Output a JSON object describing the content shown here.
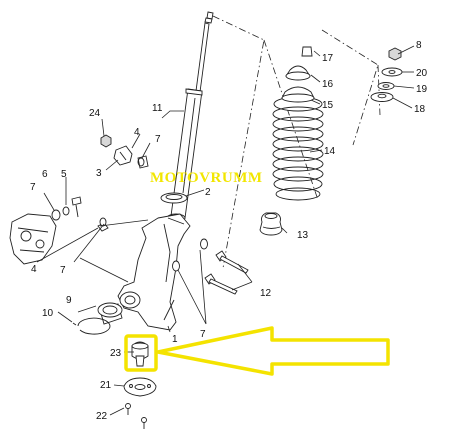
{
  "watermark": "MOTOVRUMM",
  "highlight_color": "#f4e300",
  "callouts": [
    {
      "id": "c1",
      "text": "1"
    },
    {
      "id": "c2",
      "text": "2"
    },
    {
      "id": "c3",
      "text": "3"
    },
    {
      "id": "c4a",
      "text": "4"
    },
    {
      "id": "c4b",
      "text": "4"
    },
    {
      "id": "c5",
      "text": "5"
    },
    {
      "id": "c6",
      "text": "6"
    },
    {
      "id": "c7a",
      "text": "7"
    },
    {
      "id": "c7b",
      "text": "7"
    },
    {
      "id": "c7c",
      "text": "7"
    },
    {
      "id": "c7d",
      "text": "7"
    },
    {
      "id": "c8",
      "text": "8"
    },
    {
      "id": "c9",
      "text": "9"
    },
    {
      "id": "c10",
      "text": "10"
    },
    {
      "id": "c11",
      "text": "11"
    },
    {
      "id": "c12",
      "text": "12"
    },
    {
      "id": "c13",
      "text": "13"
    },
    {
      "id": "c14",
      "text": "14"
    },
    {
      "id": "c15",
      "text": "15"
    },
    {
      "id": "c16",
      "text": "16"
    },
    {
      "id": "c17",
      "text": "17"
    },
    {
      "id": "c18",
      "text": "18"
    },
    {
      "id": "c19",
      "text": "19"
    },
    {
      "id": "c20",
      "text": "20"
    },
    {
      "id": "c21",
      "text": "21"
    },
    {
      "id": "c22",
      "text": "22"
    },
    {
      "id": "c23",
      "text": "23"
    },
    {
      "id": "c24",
      "text": "24"
    }
  ]
}
